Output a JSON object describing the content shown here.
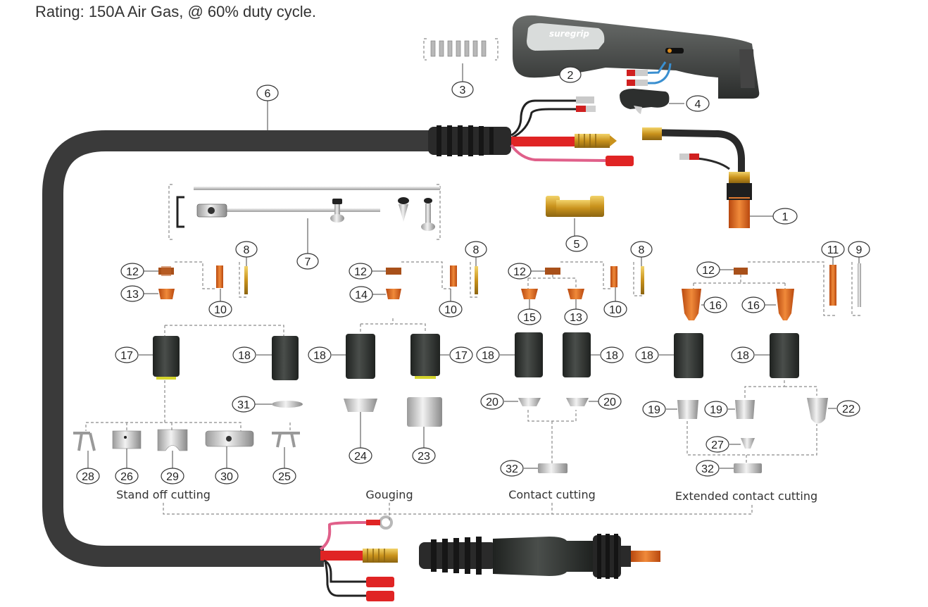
{
  "rating_text": "Rating: 150A Air Gas, @ 60% duty cycle.",
  "brand_label": "suregrip",
  "sections": {
    "standoff": "Stand off cutting",
    "gouging": "Gouging",
    "contact": "Contact cutting",
    "extended": "Extended contact cutting"
  },
  "parts": {
    "p1": "1",
    "p2": "2",
    "p3": "3",
    "p4": "4",
    "p5": "5",
    "p6": "6",
    "p7": "7",
    "p8a": "8",
    "p8b": "8",
    "p8c": "8",
    "p9": "9",
    "p10a": "10",
    "p10b": "10",
    "p10c": "10",
    "p11": "11",
    "p12a": "12",
    "p12b": "12",
    "p12c": "12",
    "p12d": "12",
    "p13a": "13",
    "p13b": "13",
    "p14": "14",
    "p15": "15",
    "p16a": "16",
    "p16b": "16",
    "p17a": "17",
    "p17b": "17",
    "p18a": "18",
    "p18b": "18",
    "p18c": "18",
    "p18d": "18",
    "p18e": "18",
    "p18f": "18",
    "p19a": "19",
    "p19b": "19",
    "p20a": "20",
    "p20b": "20",
    "p22": "22",
    "p23": "23",
    "p24": "24",
    "p25": "25",
    "p26": "26",
    "p27": "27",
    "p28": "28",
    "p29": "29",
    "p30": "30",
    "p31": "31",
    "p32a": "32",
    "p32b": "32"
  },
  "colors": {
    "cable": "#3a3a3a",
    "copper": "#d9601c",
    "brass": "#d4a72c",
    "red_wire": "#e02424",
    "pink_wire": "#e0608a",
    "nozzle": "#2f3230",
    "leader": "#444444"
  },
  "icons": [
    "torch-handle-icon",
    "trigger-icon",
    "power-cable-icon",
    "connector-icon",
    "torch-head-icon",
    "adapter-icon",
    "circle-guide-icon"
  ]
}
